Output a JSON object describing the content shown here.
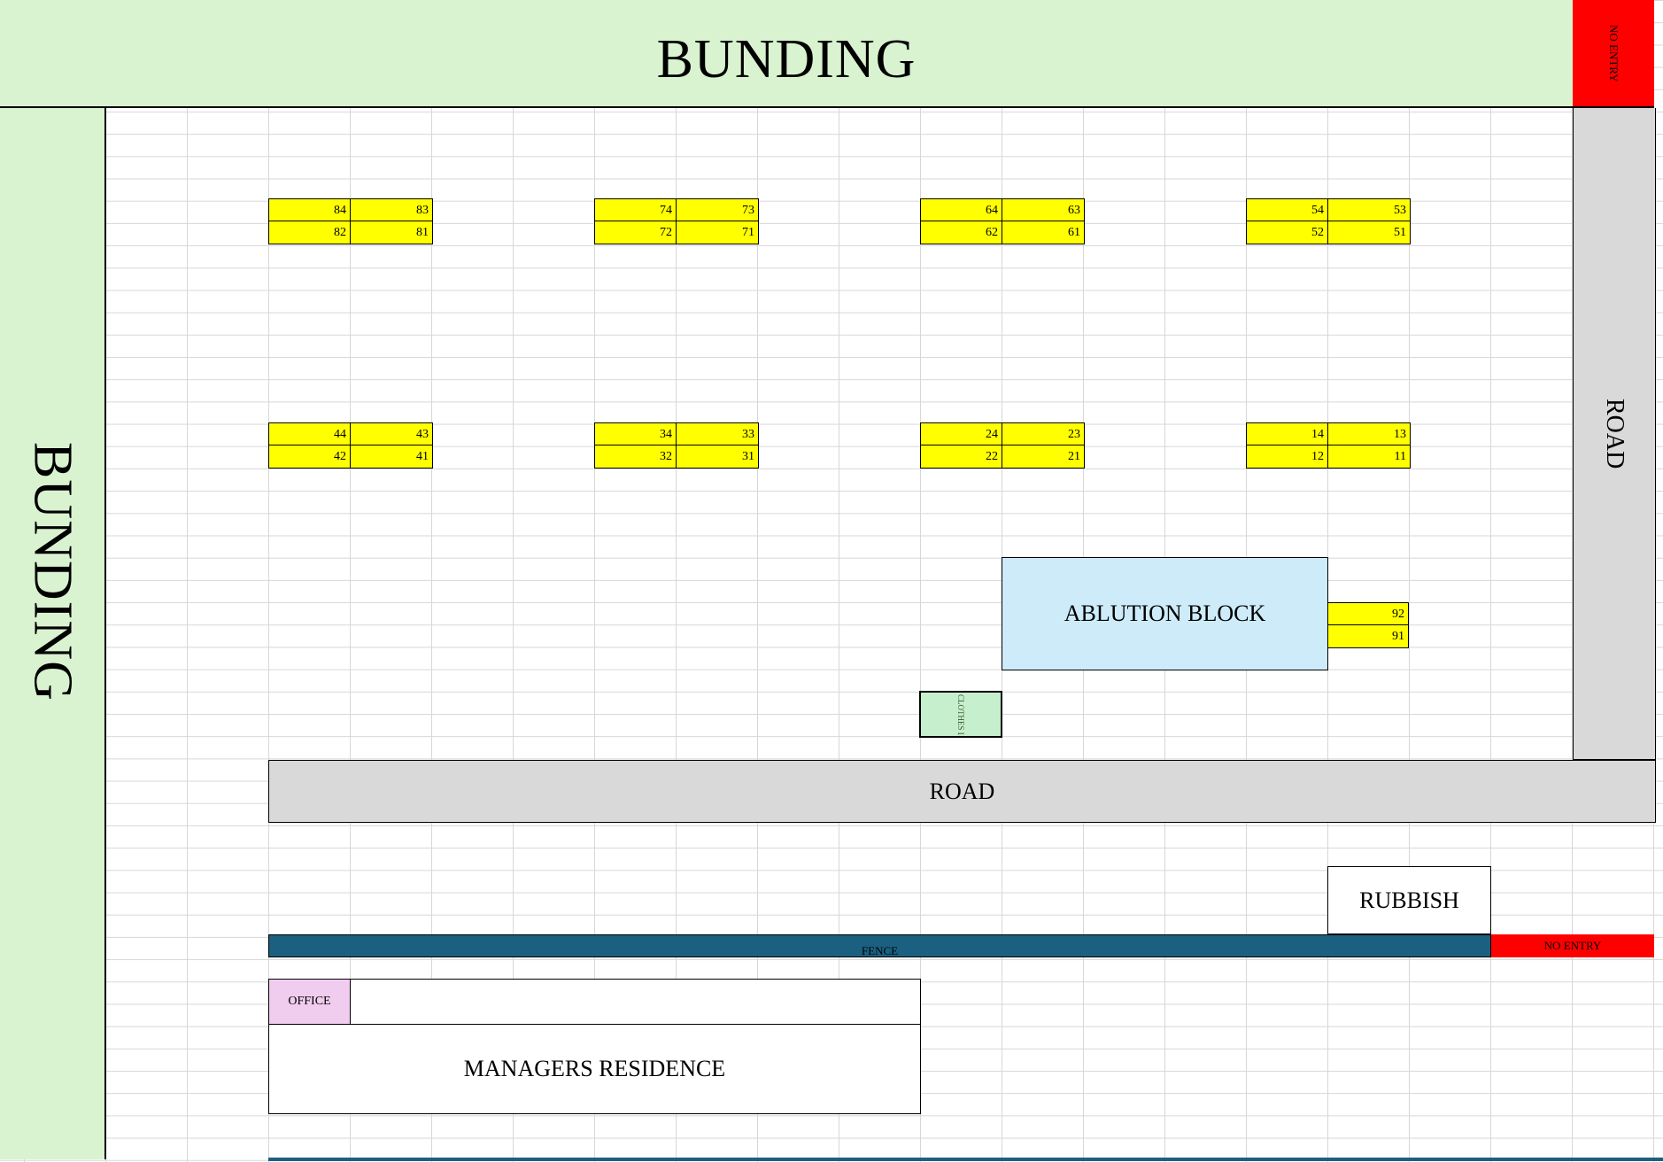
{
  "labels": {
    "bunding_top": "BUNDING",
    "bunding_left": "BUNDING",
    "no_entry_top": "NO ENTRY",
    "road_right": "ROAD",
    "road_bottom": "ROAD",
    "ablution_block": "ABLUTION BLOCK",
    "clothes_line": "CLOTHES LINE",
    "rubbish": "RUBBISH",
    "fence": "FENCE",
    "no_entry_bottom": "NO ENTRY",
    "office": "OFFICE",
    "managers_residence": "MANAGERS RESIDENCE"
  },
  "site_groups": [
    {
      "cells": [
        "84",
        "83",
        "82",
        "81"
      ]
    },
    {
      "cells": [
        "74",
        "73",
        "72",
        "71"
      ]
    },
    {
      "cells": [
        "64",
        "63",
        "62",
        "61"
      ]
    },
    {
      "cells": [
        "54",
        "53",
        "52",
        "51"
      ]
    },
    {
      "cells": [
        "44",
        "43",
        "42",
        "41"
      ]
    },
    {
      "cells": [
        "34",
        "33",
        "32",
        "31"
      ]
    },
    {
      "cells": [
        "24",
        "23",
        "22",
        "21"
      ]
    },
    {
      "cells": [
        "14",
        "13",
        "12",
        "11"
      ]
    }
  ],
  "single_site": {
    "cells": [
      "92",
      "91"
    ]
  },
  "colors": {
    "bunding": "#d9f2d0",
    "no_entry": "#ff0000",
    "road": "#d9d9d9",
    "site": "#ffff00",
    "ablution": "#cdebf9",
    "clothes_line": "#c6efce",
    "fence": "#1b6080",
    "office": "#f0cdef"
  }
}
